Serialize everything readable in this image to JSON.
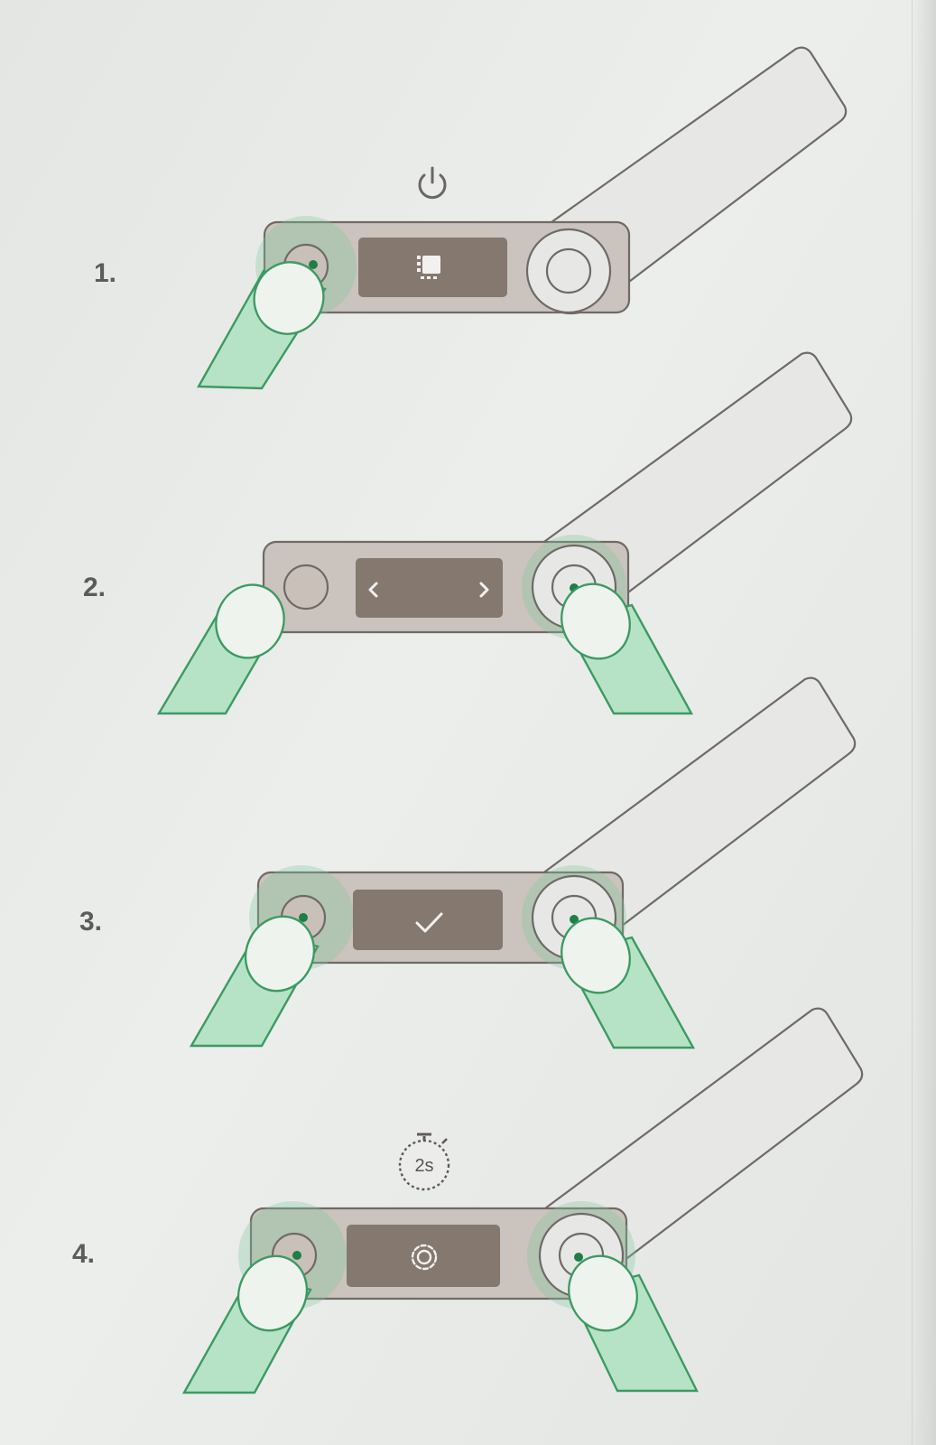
{
  "diagram": {
    "colors": {
      "paper": "#e6e8e6",
      "device_body": "#cbc3bd",
      "device_screen": "#85786f",
      "finger_fill": "#b6e3c6",
      "finger_stroke": "#3c9a62",
      "press_dot": "#1f7d48",
      "number_text": "#5a5d5b"
    },
    "steps": [
      {
        "number": "1.",
        "pressed": "left",
        "top_icon": "power-icon",
        "screen_icon": "device-chip-icon"
      },
      {
        "number": "2.",
        "pressed": "right",
        "top_icon": "",
        "screen_icon": "left-right-arrows-icon"
      },
      {
        "number": "3.",
        "pressed": "both",
        "top_icon": "",
        "screen_icon": "checkmark-icon"
      },
      {
        "number": "4.",
        "pressed": "both",
        "top_icon": "stopwatch-icon",
        "screen_icon": "gear-icon",
        "timer_label": "2s"
      }
    ]
  }
}
